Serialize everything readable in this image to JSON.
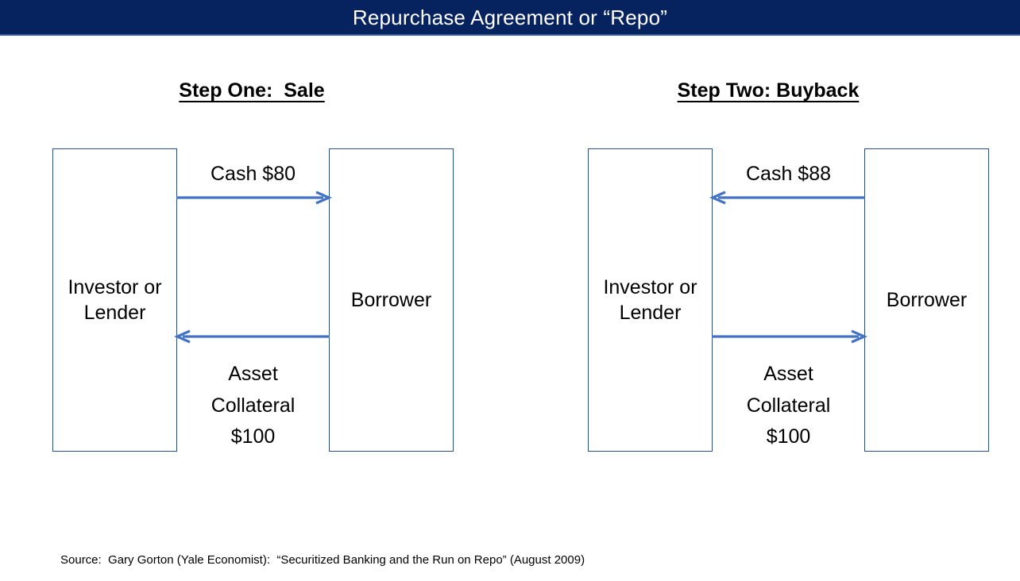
{
  "slide": {
    "title": "Repurchase Agreement or “Repo”",
    "title_bg_color": "#06235F",
    "title_text_color": "#FFFFFF",
    "box_border_color": "#2C4E7E",
    "arrow_color": "#4472C4",
    "background_color": "#FFFFFF"
  },
  "steps": [
    {
      "heading": "Step One:  Sale",
      "left_entity": "Investor\nor Lender",
      "right_entity": "Borrower",
      "top_flow": {
        "label": "Cash $80",
        "direction": "right"
      },
      "bottom_flow": {
        "label": "Asset\nCollateral\n$100",
        "direction": "left"
      }
    },
    {
      "heading": "Step Two: Buyback",
      "left_entity": "Investor\nor Lender",
      "right_entity": "Borrower",
      "top_flow": {
        "label": "Cash $88",
        "direction": "left"
      },
      "bottom_flow": {
        "label": "Asset\nCollateral\n$100",
        "direction": "right"
      }
    }
  ],
  "source": "Source:  Gary Gorton (Yale Economist):  “Securitized Banking and the Run on Repo” (August 2009)"
}
